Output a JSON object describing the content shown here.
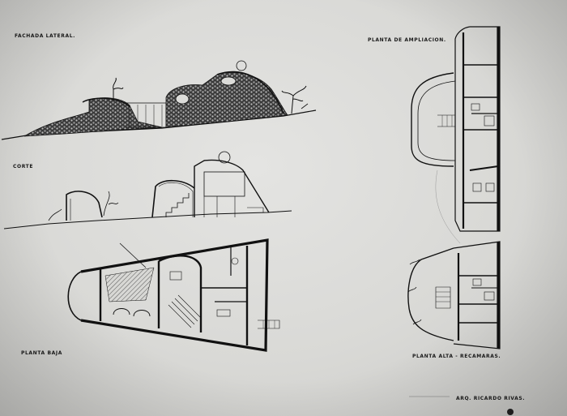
{
  "labels": {
    "fachada_lateral": "FACHADA LATERAL.",
    "corte": "CORTE",
    "planta_baja": "PLANTA BAJA",
    "planta_ampliacion": "PLANTA DE AMPLIACION.",
    "planta_alta": "PLANTA ALTA - RECAMARAS.",
    "architect": "ARQ. RICARDO RIVAS."
  },
  "colors": {
    "paper": "#dcdcd9",
    "ink": "#111111",
    "stone": "#2a2a2a"
  }
}
